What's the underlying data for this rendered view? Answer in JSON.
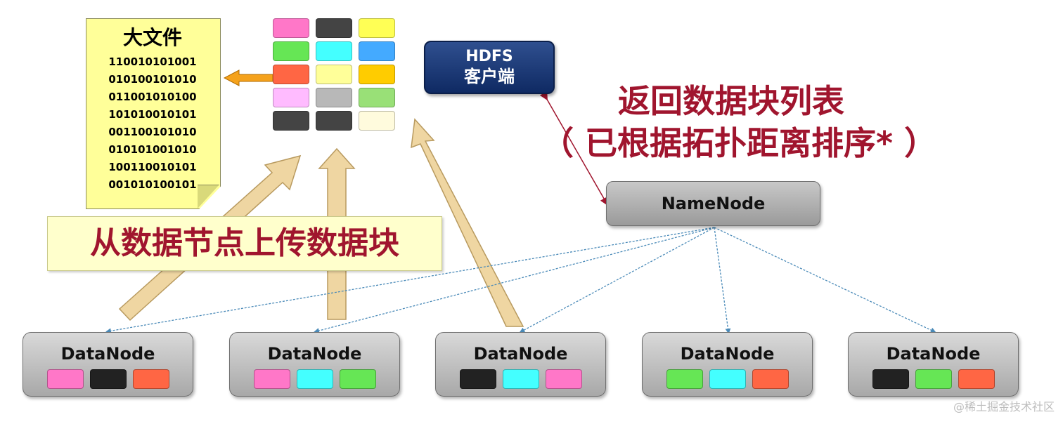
{
  "file": {
    "title": "大文件",
    "lines": [
      "110010101001",
      "010100101010",
      "011001010100",
      "101010010101",
      "001100101010",
      "010101001010",
      "100110010101",
      "001010100101"
    ]
  },
  "client": {
    "title": "HDFS",
    "subtitle": "客户端"
  },
  "return_text": {
    "line1": "返回数据块列表",
    "line2": "（ 已根据拓扑距离排序* ）"
  },
  "upload_text": "从数据节点上传数据块",
  "namenode": {
    "label": "NameNode"
  },
  "block_grid": [
    [
      "#ff77c8",
      "#444444",
      "#ffff55"
    ],
    [
      "#66e655",
      "#44ffff",
      "#44aaff"
    ],
    [
      "#ff6644",
      "#ffff99",
      "#ffcc00"
    ],
    [
      "#ffbbff",
      "#b8b8b8",
      "#99e077"
    ],
    [
      "#444444",
      "#444444",
      "#fffbdd"
    ]
  ],
  "datanodes": [
    {
      "label": "DataNode",
      "blocks": [
        "#ff77c8",
        "#222222",
        "#ff6644"
      ]
    },
    {
      "label": "DataNode",
      "blocks": [
        "#ff77c8",
        "#44ffff",
        "#66e655"
      ]
    },
    {
      "label": "DataNode",
      "blocks": [
        "#222222",
        "#44ffff",
        "#ff77c8"
      ]
    },
    {
      "label": "DataNode",
      "blocks": [
        "#66e655",
        "#44ffff",
        "#ff6644"
      ]
    },
    {
      "label": "DataNode",
      "blocks": [
        "#222222",
        "#66e655",
        "#ff6644"
      ]
    }
  ],
  "watermark": "@稀土掘金技术社区",
  "colors": {
    "accent_red": "#a0152e",
    "arrow_fill": "#efd6a2",
    "connector": "#4a8ab8"
  }
}
